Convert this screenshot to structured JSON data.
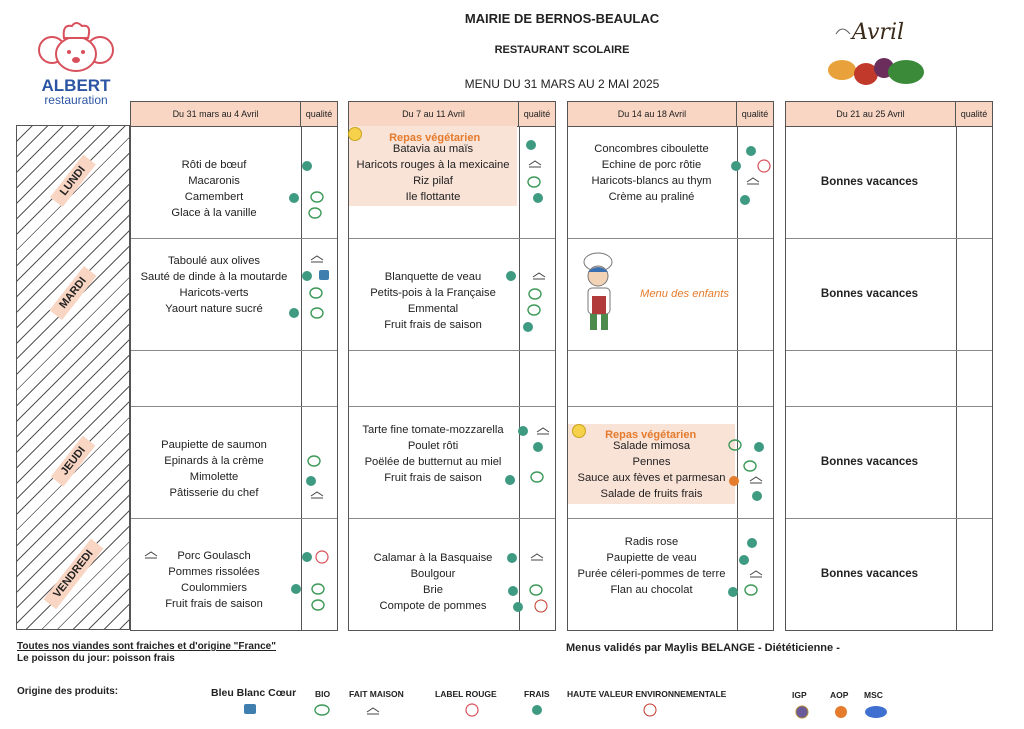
{
  "header": {
    "mairie": "MAIRIE DE BERNOS-BEAULAC",
    "subtitle": "RESTAURANT SCOLAIRE",
    "period": "MENU DU 31 MARS AU 2 MAI 2025",
    "logo_top": "ALBERT",
    "logo_bottom": "restauration",
    "month": "Avril",
    "colors": {
      "peach": "#f9d5c3",
      "orange": "#e57b2c",
      "brand": "#2b55a3",
      "logo_red": "#d7505b"
    }
  },
  "quality_label": "qualité",
  "days": [
    "LUNDI",
    "MARDI",
    "JEUDI",
    "VENDREDI"
  ],
  "weeks": [
    {
      "label": "Du 31 mars au 4 Avril",
      "lundi": [
        "Rôti de bœuf",
        "Macaronis",
        "Camembert",
        "Glace à la vanille"
      ],
      "mardi": [
        "Taboulé aux olives",
        "Sauté de dinde à la moutarde",
        "Haricots-verts",
        "Yaourt nature sucré"
      ],
      "jeudi": [
        "Paupiette de saumon",
        "Epinards à la crème",
        "Mimolette",
        "Pâtisserie du chef"
      ],
      "vendredi": [
        "Porc Goulasch",
        "Pommes rissolées",
        "Coulommiers",
        "Fruit frais de saison"
      ]
    },
    {
      "label": "Du 7 au 11 Avril",
      "lundi_title": "Repas végétarien",
      "lundi": [
        "Batavia au maïs",
        "Haricots rouges à la mexicaine",
        "Riz pilaf",
        "Ile flottante"
      ],
      "mardi": [
        "Blanquette de veau",
        "Petits-pois à la Française",
        "Emmental",
        "Fruit frais de saison"
      ],
      "jeudi": [
        "Tarte fine tomate-mozzarella",
        "Poulet rôti",
        "Poëlée de butternut au miel",
        "Fruit frais de saison"
      ],
      "vendredi": [
        "Calamar à la Basquaise",
        "Boulgour",
        "Brie",
        "Compote de pommes"
      ]
    },
    {
      "label": "Du 14 au 18 Avril",
      "lundi": [
        "Concombres ciboulette",
        "Echine de porc rôtie",
        "Haricots-blancs au thym",
        "Crème au praliné"
      ],
      "mardi_special": "Menu des enfants",
      "jeudi_title": "Repas végétarien",
      "jeudi": [
        "Salade mimosa",
        "Pennes",
        "Sauce aux fèves et parmesan",
        "Salade de fruits frais"
      ],
      "vendredi": [
        "Radis rose",
        "Paupiette de veau",
        "Purée céleri-pommes de terre",
        "Flan au chocolat"
      ]
    },
    {
      "label": "Du 21 au 25 Avril",
      "holiday": "Bonnes vacances"
    }
  ],
  "footer": {
    "line1": "Toutes nos viandes sont fraiches et d'origine \"France\"",
    "line2": "Le poisson du jour: poisson frais",
    "validated": "Menus validés  par Maylis BELANGE - Diététicienne -"
  },
  "legend": {
    "title": "Origine des produits:",
    "items": [
      "Bleu Blanc Cœur",
      "BIO",
      "FAIT MAISON",
      "LABEL ROUGE",
      "FRAIS",
      "HAUTE VALEUR ENVIRONNEMENTALE",
      "IGP",
      "AOP",
      "MSC"
    ]
  }
}
